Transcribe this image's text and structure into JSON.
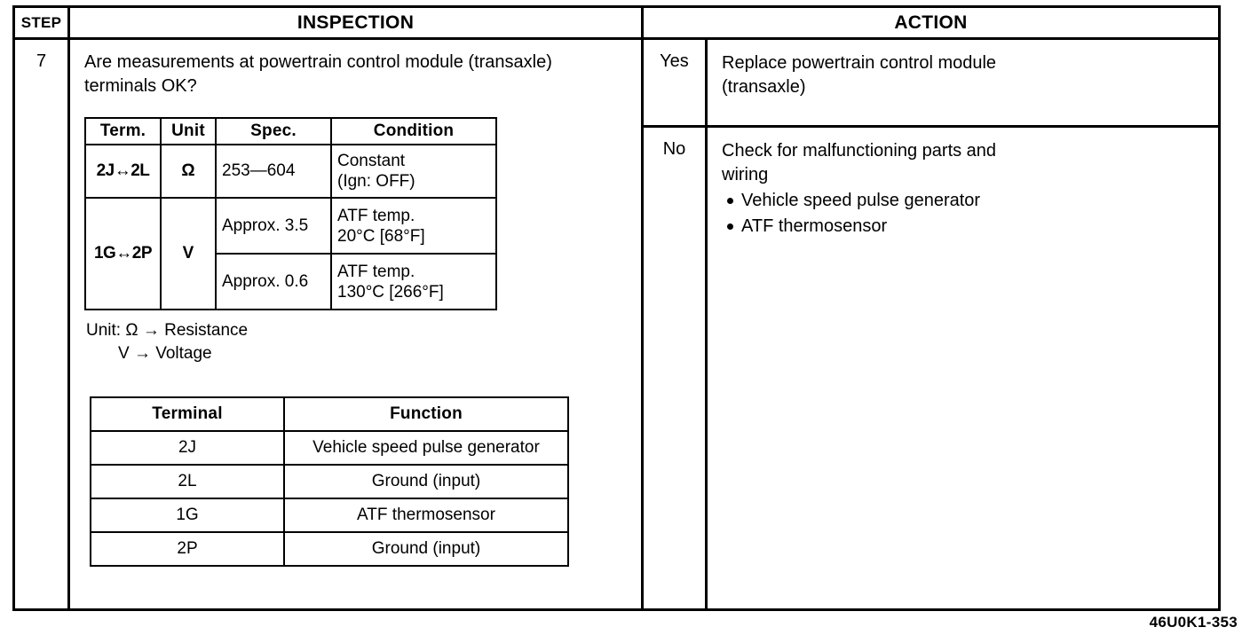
{
  "header": {
    "step_label": "STEP",
    "inspection_label": "INSPECTION",
    "action_label": "ACTION"
  },
  "step": {
    "number": "7",
    "question": "Are measurements at powertrain control module (transaxle) terminals OK?"
  },
  "spec_table": {
    "columns": [
      "Term.",
      "Unit",
      "Spec.",
      "Condition"
    ],
    "rows": [
      {
        "term": "2J↔2L",
        "unit": "Ω",
        "spec": "253—604",
        "condition_line1": "Constant",
        "condition_line2": "(Ign: OFF)"
      },
      {
        "term": "1G↔2P",
        "unit": "V",
        "spec": "Approx. 3.5",
        "condition_line1": "ATF temp.",
        "condition_line2": "20°C [68°F]"
      },
      {
        "term": "",
        "unit": "",
        "spec": "Approx. 0.6",
        "condition_line1": "ATF temp.",
        "condition_line2": "130°C [266°F]"
      }
    ]
  },
  "legend": {
    "line1": "Unit: Ω → Resistance",
    "line2": "V → Voltage"
  },
  "terminal_table": {
    "columns": [
      "Terminal",
      "Function"
    ],
    "rows": [
      {
        "terminal": "2J",
        "function": "Vehicle speed pulse generator"
      },
      {
        "terminal": "2L",
        "function": "Ground (input)"
      },
      {
        "terminal": "1G",
        "function": "ATF thermosensor"
      },
      {
        "terminal": "2P",
        "function": "Ground (input)"
      }
    ]
  },
  "actions": {
    "yes": {
      "label": "Yes",
      "line1": "Replace powertrain control module",
      "line2": "(transaxle)"
    },
    "no": {
      "label": "No",
      "line1": "Check for malfunctioning parts and",
      "line2": "wiring",
      "bullets": [
        "Vehicle speed pulse generator",
        "ATF thermosensor"
      ]
    }
  },
  "footer": {
    "code": "46U0K1-353"
  }
}
